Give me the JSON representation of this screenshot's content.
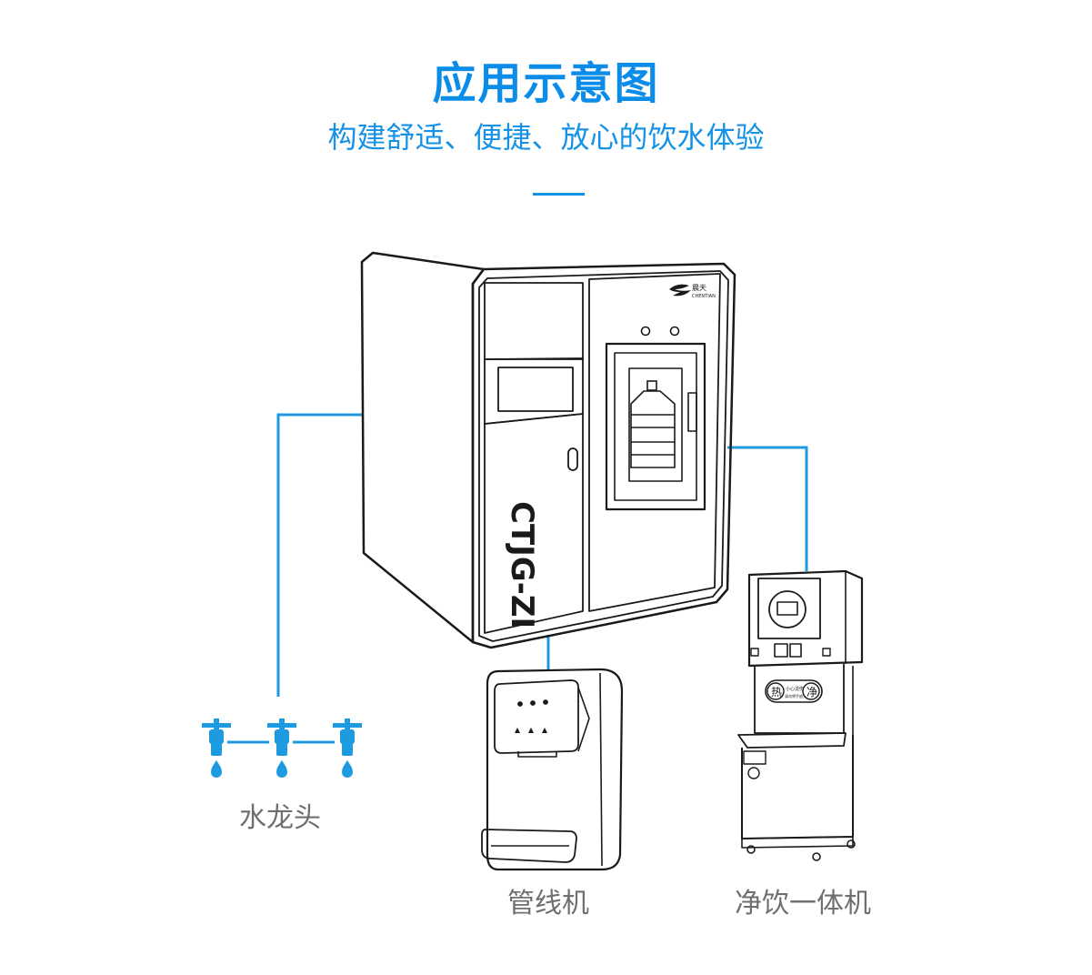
{
  "header": {
    "title": "应用示意图",
    "subtitle": "构建舒适、便捷、放心的饮水体验"
  },
  "device": {
    "model_text": "CTJG-ZI",
    "brand_cn": "晨天",
    "brand_en": "CHENTIAN"
  },
  "stand_panel": {
    "hot_char": "热",
    "pure_char": "净",
    "line1": "小心烫伤",
    "line2": "请勿将手放入"
  },
  "labels": {
    "faucet": "水龙头",
    "pipeline": "管线机",
    "combo": "净饮一体机"
  },
  "colors": {
    "accent": "#0c8ce9",
    "line": "#1e9be0",
    "stroke": "#1a1a1a",
    "label": "#6f6f6f"
  },
  "icons": [
    "faucet-icon",
    "water-drop-icon",
    "water-bottle-icon"
  ]
}
